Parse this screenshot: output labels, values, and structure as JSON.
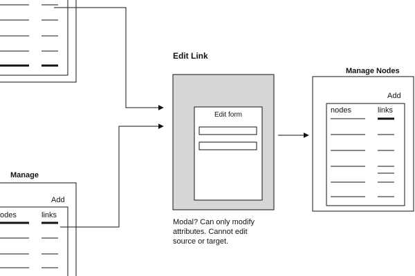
{
  "edit_link": {
    "title": "Edit Link",
    "form_title": "Edit form",
    "note": [
      "Modal? Can only modify",
      "attributes.  Cannot edit",
      "source or target."
    ]
  },
  "manage_nodes": {
    "title": "Manage  Nodes",
    "add_label": "Add",
    "col_nodes": "nodes",
    "col_links": "links"
  },
  "manage_partial": {
    "title": "Manage",
    "add_label": "Add",
    "col_nodes": "odes",
    "col_links": "links"
  }
}
